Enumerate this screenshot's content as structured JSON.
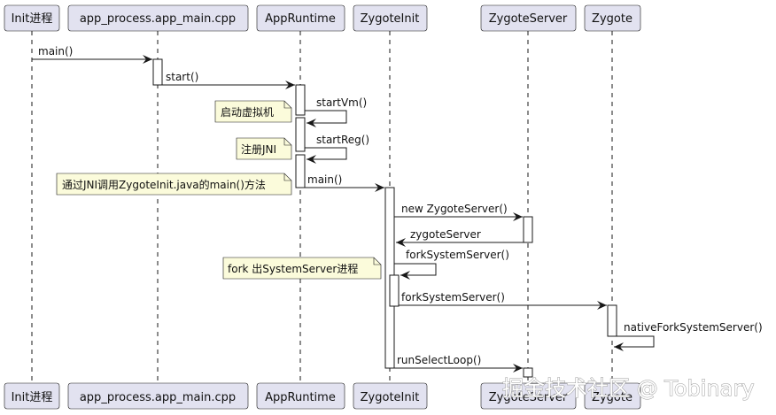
{
  "diagram": {
    "type": "sequence",
    "participants": [
      {
        "id": "init",
        "label": "Init进程"
      },
      {
        "id": "appmain",
        "label": "app_process.app_main.cpp"
      },
      {
        "id": "appruntime",
        "label": "AppRuntime"
      },
      {
        "id": "zygoteinit",
        "label": "ZygoteInit"
      },
      {
        "id": "zygoteserver",
        "label": "ZygoteServer"
      },
      {
        "id": "zygote",
        "label": "Zygote"
      }
    ],
    "messages": [
      {
        "from": "init",
        "to": "appmain",
        "label": "main()",
        "kind": "call"
      },
      {
        "from": "appmain",
        "to": "appruntime",
        "label": "start()",
        "kind": "call"
      },
      {
        "from": "appruntime",
        "to": "appruntime",
        "label": "startVm()",
        "kind": "self"
      },
      {
        "from": "appruntime",
        "to": "appruntime",
        "label": "startReg()",
        "kind": "self"
      },
      {
        "from": "appruntime",
        "to": "zygoteinit",
        "label": "main()",
        "kind": "call"
      },
      {
        "from": "zygoteinit",
        "to": "zygoteserver",
        "label": "new ZygoteServer()",
        "kind": "call"
      },
      {
        "from": "zygoteserver",
        "to": "zygoteinit",
        "label": "zygoteServer",
        "kind": "return"
      },
      {
        "from": "zygoteinit",
        "to": "zygoteinit",
        "label": "forkSystemServer()",
        "kind": "self"
      },
      {
        "from": "zygoteinit",
        "to": "zygote",
        "label": "forkSystemServer()",
        "kind": "call"
      },
      {
        "from": "zygote",
        "to": "zygote",
        "label": "nativeForkSystemServer()",
        "kind": "self"
      },
      {
        "from": "zygoteinit",
        "to": "zygoteserver",
        "label": "runSelectLoop()",
        "kind": "call"
      }
    ],
    "notes": [
      {
        "label": "启动虚拟机",
        "attached_to": "startVm()"
      },
      {
        "label": "注册JNI",
        "attached_to": "startReg()"
      },
      {
        "label": "通过JNI调用ZygoteInit.java的main()方法",
        "attached_to": "main()"
      },
      {
        "label": "fork 出SystemServer进程",
        "attached_to": "forkSystemServer()"
      }
    ]
  },
  "watermark": "掘金技术社区 @ Tobinary",
  "colors": {
    "participant_fill": "#e2e2f0",
    "participant_stroke": "#181818",
    "note_fill": "#fbfbdb",
    "line": "#181818",
    "background": "#ffffff"
  }
}
